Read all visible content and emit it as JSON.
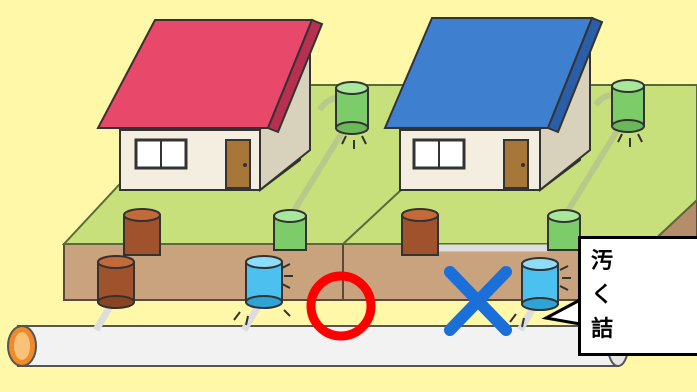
{
  "diagram": {
    "marks": {
      "correct": "○",
      "incorrect": "×"
    },
    "callout": {
      "lines": [
        "汚",
        "く",
        "詰"
      ]
    },
    "colors": {
      "background": "#fff8a8",
      "left_roof": "#e8486a",
      "right_roof": "#3f7fd0",
      "ground_top": "#c8e07c",
      "soil": "#c9a27e",
      "pipe": "#f2f2f2",
      "circle_mark": "#ff0000",
      "cross_mark": "#1a6fd8"
    },
    "icons": [
      "house-icon",
      "rainwater-tank-icon",
      "sewage-manhole-icon",
      "main-sewer-pipe-icon",
      "circle-mark-icon",
      "cross-mark-icon"
    ]
  }
}
